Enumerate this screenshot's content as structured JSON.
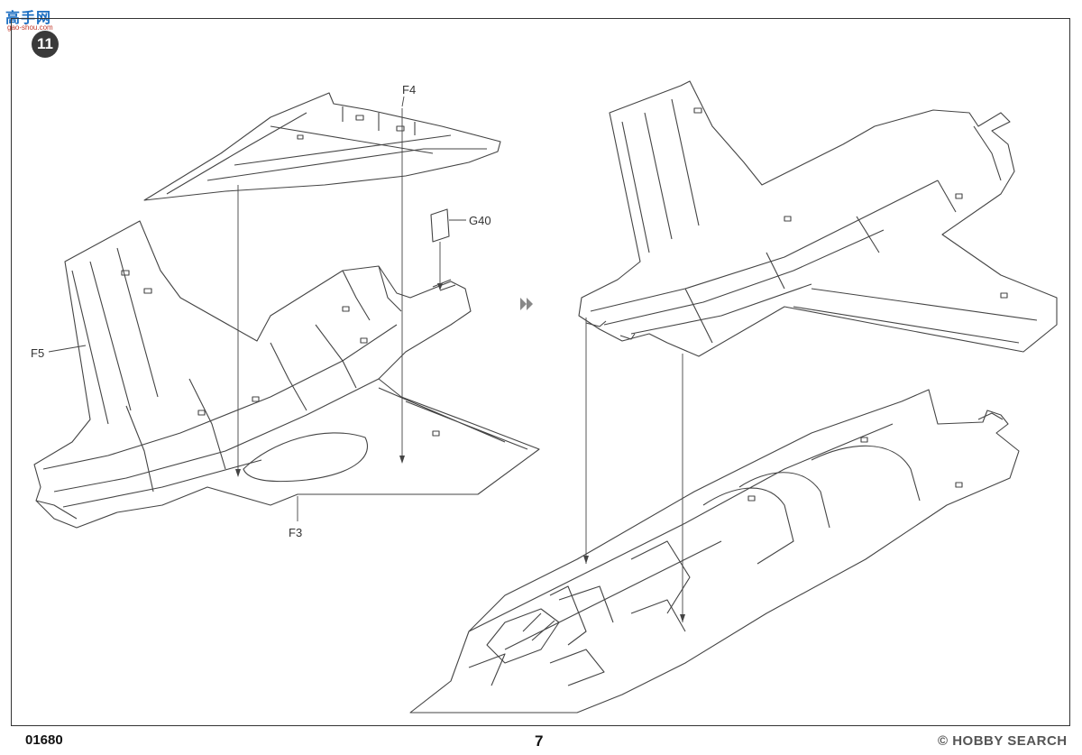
{
  "watermark": {
    "text": "高手网",
    "subtext": "gao-shou.com"
  },
  "step": {
    "number": "11"
  },
  "parts": {
    "f4": "F4",
    "g40": "G40",
    "f5": "F5",
    "f3": "F3"
  },
  "footer": {
    "kit_number": "01680",
    "page_number": "7",
    "brand": "© HOBBY SEARCH"
  },
  "icons": {
    "arrow": "double-arrow-right-icon",
    "step_badge": "step-circle-icon"
  }
}
